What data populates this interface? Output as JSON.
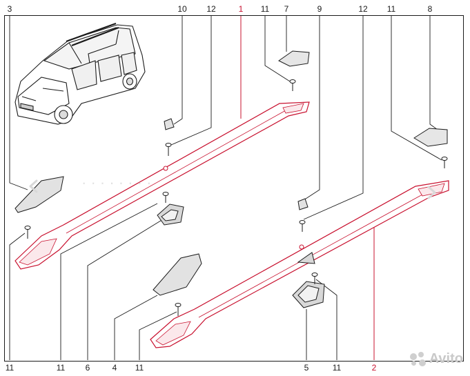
{
  "callouts": {
    "c3": "3",
    "c10": "10",
    "c12a": "12",
    "c1": "1",
    "c11a": "11",
    "c7": "7",
    "c9": "9",
    "c12b": "12",
    "c11b": "11",
    "c8": "8",
    "b11a": "11",
    "b11b": "11",
    "b6": "6",
    "b4": "4",
    "b11c": "11",
    "b5": "5",
    "b11d": "11",
    "b2": "2"
  },
  "colors": {
    "line": "#1a1a1a",
    "highlight": "#c8102e",
    "rail_fill": "#ffffff",
    "part_fill": "#e6e6e6"
  },
  "icons": {
    "prev": "chevron-left-icon",
    "next": "chevron-right-icon",
    "brand": "avito-logo-icon"
  },
  "watermark": "Avito"
}
